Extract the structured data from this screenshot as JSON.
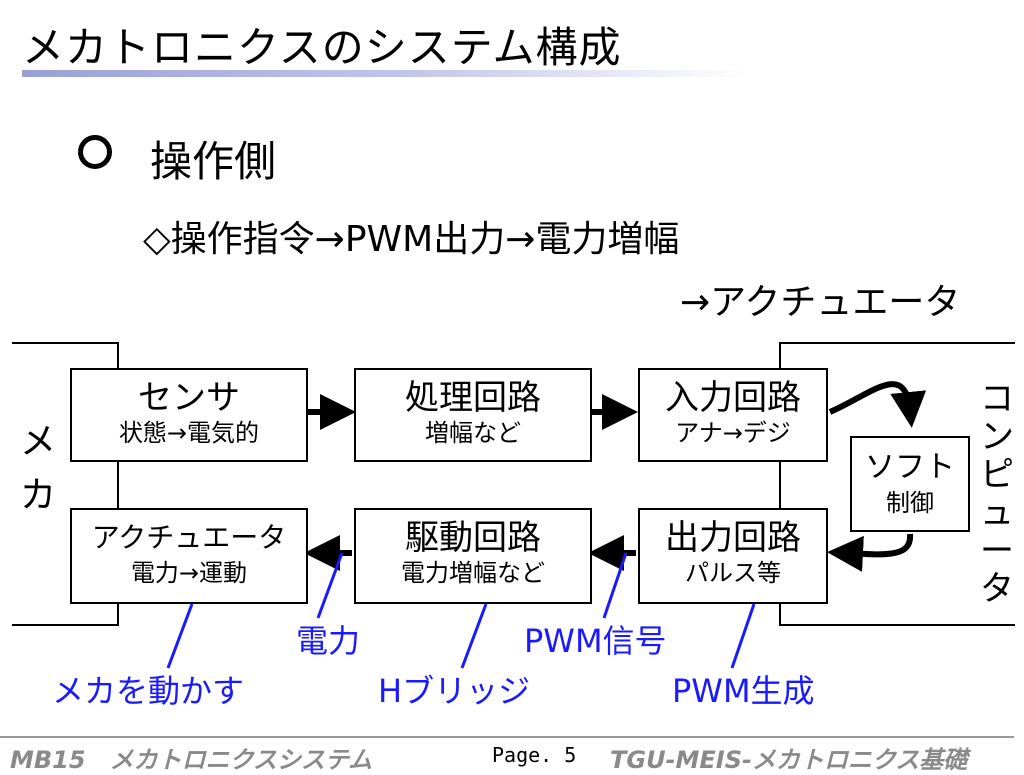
{
  "title": "メカトロニクスのシステム構成",
  "heading": "操作側",
  "line1": "◇操作指令→PWM出力→電力増幅",
  "line2": "→アクチュエータ",
  "side_left": [
    "メ",
    "カ"
  ],
  "side_right": [
    "コ",
    "ン",
    "ピ",
    "ュ",
    "ー",
    "タ"
  ],
  "boxes": {
    "sensor": {
      "title": "センサ",
      "sub": "状態→電気的"
    },
    "processing": {
      "title": "処理回路",
      "sub": "増幅など"
    },
    "input": {
      "title": "入力回路",
      "sub": "アナ→デジ"
    },
    "software": {
      "title": "ソフト",
      "sub": "制御"
    },
    "output": {
      "title": "出力回路",
      "sub": "パルス等"
    },
    "drive": {
      "title": "駆動回路",
      "sub": "電力増幅など"
    },
    "actuator": {
      "title": "アクチュエータ",
      "sub": "電力→運動"
    }
  },
  "labels": {
    "power": "電力",
    "pwm_signal": "PWM信号",
    "move_mecha": "メカを動かす",
    "h_bridge": "Hブリッジ",
    "pwm_generate": "PWM生成"
  },
  "footer": {
    "left": "MB15　メカトロニクスシステム",
    "page": "Page. 5",
    "right": "TGU-MEIS-メカトロニクス基礎"
  },
  "colors": {
    "annotation": "#1a1aff",
    "footer_text": "#8a8a8a"
  }
}
